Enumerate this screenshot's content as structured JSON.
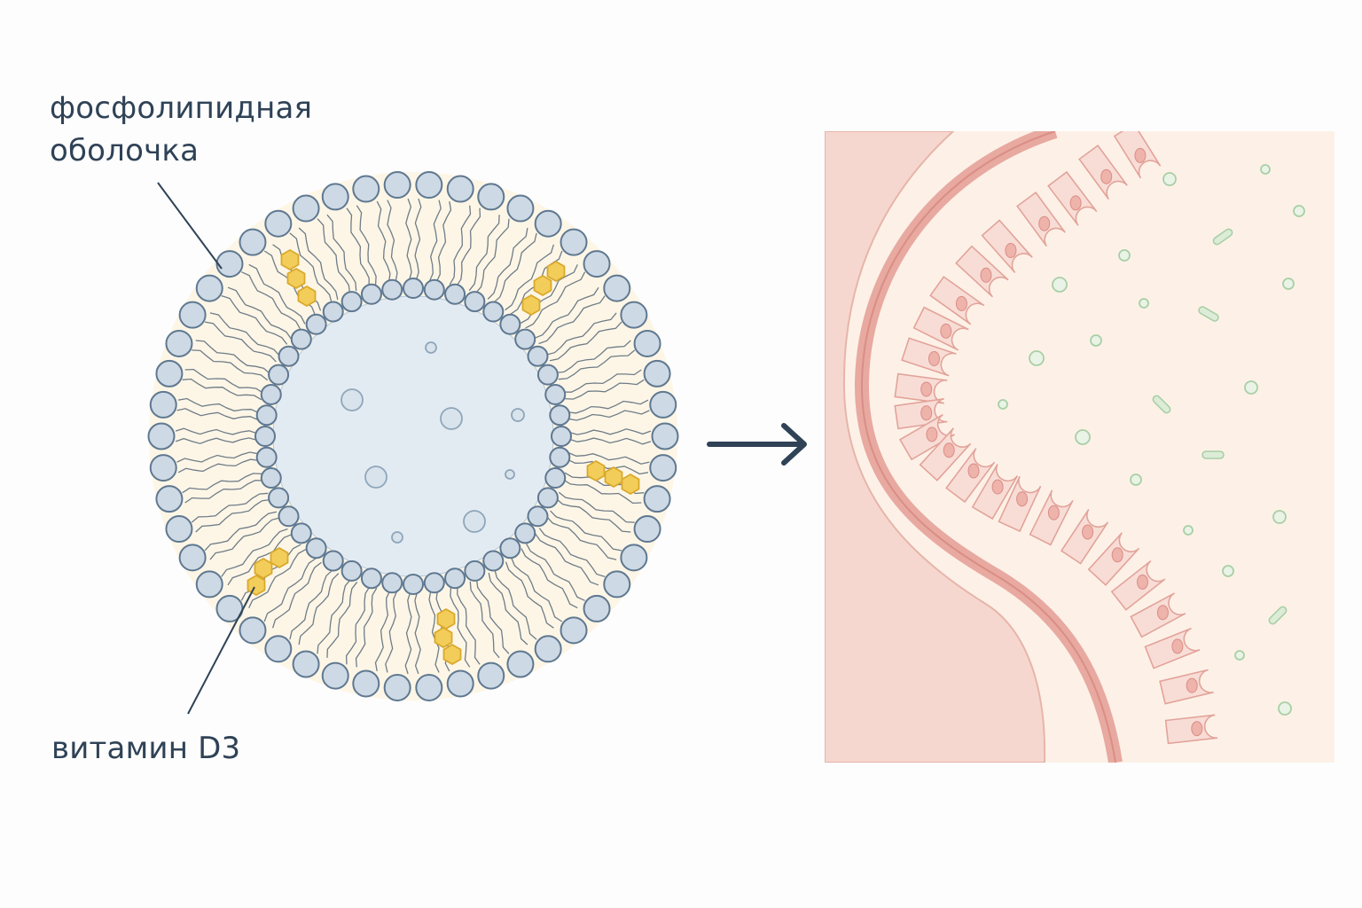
{
  "labels": {
    "shell_line1": "фосфолипидная",
    "shell_line2": "оболочка",
    "vitamin": "витамин D3"
  },
  "colors": {
    "text": "#2f4256",
    "head_fill": "#cdd9e5",
    "head_stroke": "#5f7890",
    "tail": "#3f5368",
    "core": "#e3ebf2",
    "vitamin_fill": "#f3cd5a",
    "vitamin_stroke": "#d9a92c",
    "tissue": "#f6d7cf",
    "tissue_dark": "#e2a39a",
    "lumen": "#fdf1e7",
    "particles": "#a9cfa6",
    "arrow": "#2f4256"
  }
}
